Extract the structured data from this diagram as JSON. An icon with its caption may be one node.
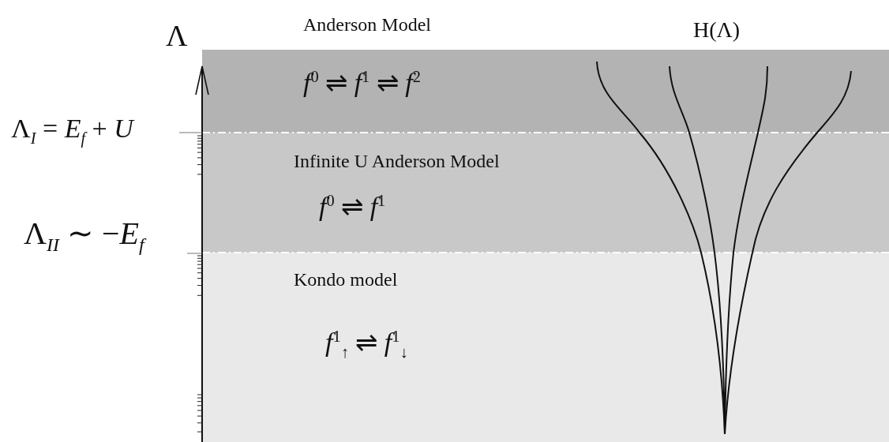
{
  "diagram": {
    "nodes": [
      {
        "text": [
          "Anderson Model",
          "*f*$^{0}$ ⇌ *f*$^{1}$ ⇌ *f*$^{2}$"
        ]
      },
      {
        "text": [
          "Infinite U Anderson Model",
          "*f*$^{0}$ ⇌ *f*$^{1}$"
        ]
      },
      {
        "text": [
          "Kondo model",
          "*f*$^{1}$$_{↑}$ ⇌ *f*$^{1}$$_{↓}$"
        ]
      }
    ],
    "labels": [
      "Λ",
      "Λ$_{I}$ = *E*$_{f}$ + *U*",
      "Λ$_{II}$ ∼ −*E*$_{f}$",
      "H(Λ)"
    ]
  }
}
